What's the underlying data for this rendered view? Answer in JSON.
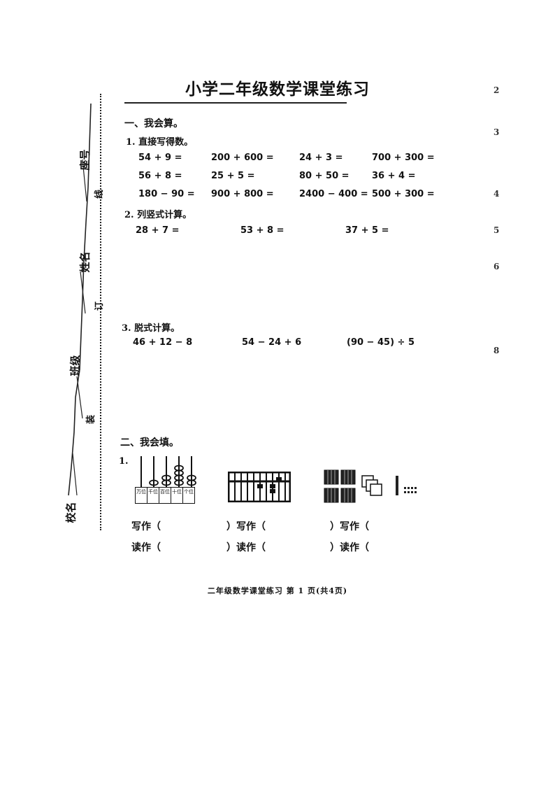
{
  "title": "小学二年级数学课堂练习",
  "side_labels": {
    "seat": "座号",
    "name": "姓名",
    "class": "班级",
    "school": "校名"
  },
  "binding_chars": [
    "线",
    "订",
    "装"
  ],
  "section1": {
    "heading": "一、我会算。",
    "q1": {
      "label": "1. 直接写得数。",
      "rows": [
        [
          "54 + 9 =",
          "200 + 600 =",
          "24 + 3 =",
          "700 + 300 ="
        ],
        [
          "56 + 8 =",
          "25 + 5 =",
          "80 + 50 =",
          "36 + 4 ="
        ],
        [
          "180 − 90 =",
          "900 + 800 =",
          "2400 − 400 =",
          "500 + 300 ="
        ]
      ]
    },
    "q2": {
      "label": "2. 列竖式计算。",
      "items": [
        "28 + 7 =",
        "53 + 8 =",
        "37 + 5 ="
      ]
    },
    "q3": {
      "label": "3. 脱式计算。",
      "items": [
        "46 + 12 − 8",
        "54 − 24 + 6",
        "(90 − 45) ÷ 5"
      ]
    }
  },
  "section2": {
    "heading": "二、我会填。",
    "q1_label": "1.",
    "abacus_places": [
      "万位",
      "千位",
      "百位",
      "十位",
      "个位"
    ],
    "write_label": "写作（",
    "read_label": "读作（",
    "close_paren": "）"
  },
  "footer": "二年级数学课堂练习  第 1 页(共4页)",
  "edge_numbers": [
    "2",
    "3",
    "4",
    "5",
    "6",
    "8"
  ]
}
